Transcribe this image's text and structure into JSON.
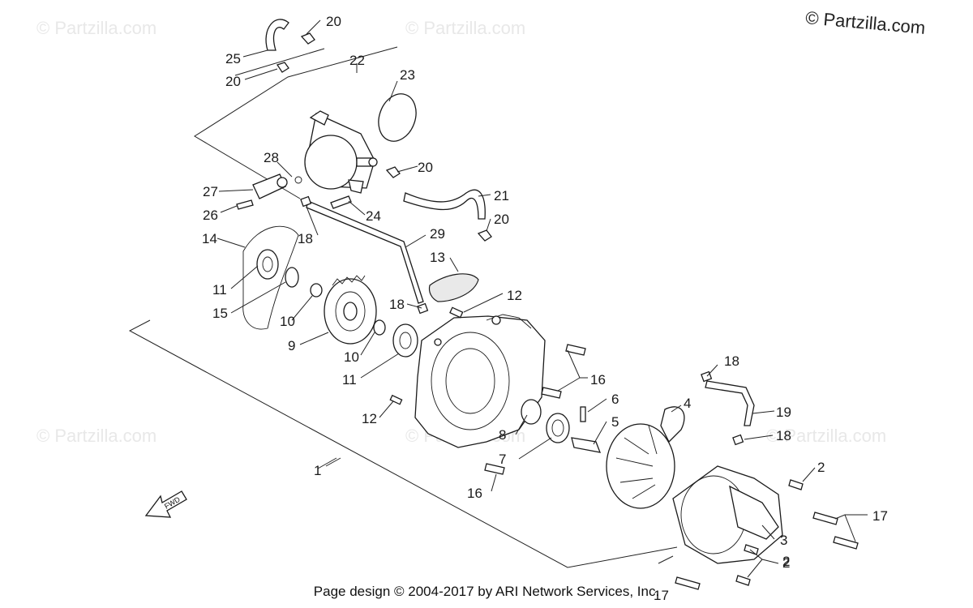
{
  "watermark_text": "© Partzilla.com",
  "copyright": "© Partzilla.com",
  "footer": "Page design © 2004-2017 by ARI Network Services, Inc.",
  "fwd_label": "FWD",
  "callouts": [
    "1",
    "2",
    "2",
    "2",
    "3",
    "4",
    "5",
    "6",
    "7",
    "8",
    "9",
    "10",
    "10",
    "11",
    "11",
    "12",
    "12",
    "13",
    "14",
    "15",
    "16",
    "16",
    "17",
    "17",
    "18",
    "18",
    "18",
    "18",
    "19",
    "20",
    "20",
    "20",
    "20",
    "21",
    "22",
    "23",
    "24",
    "25",
    "26",
    "27",
    "28",
    "29"
  ]
}
